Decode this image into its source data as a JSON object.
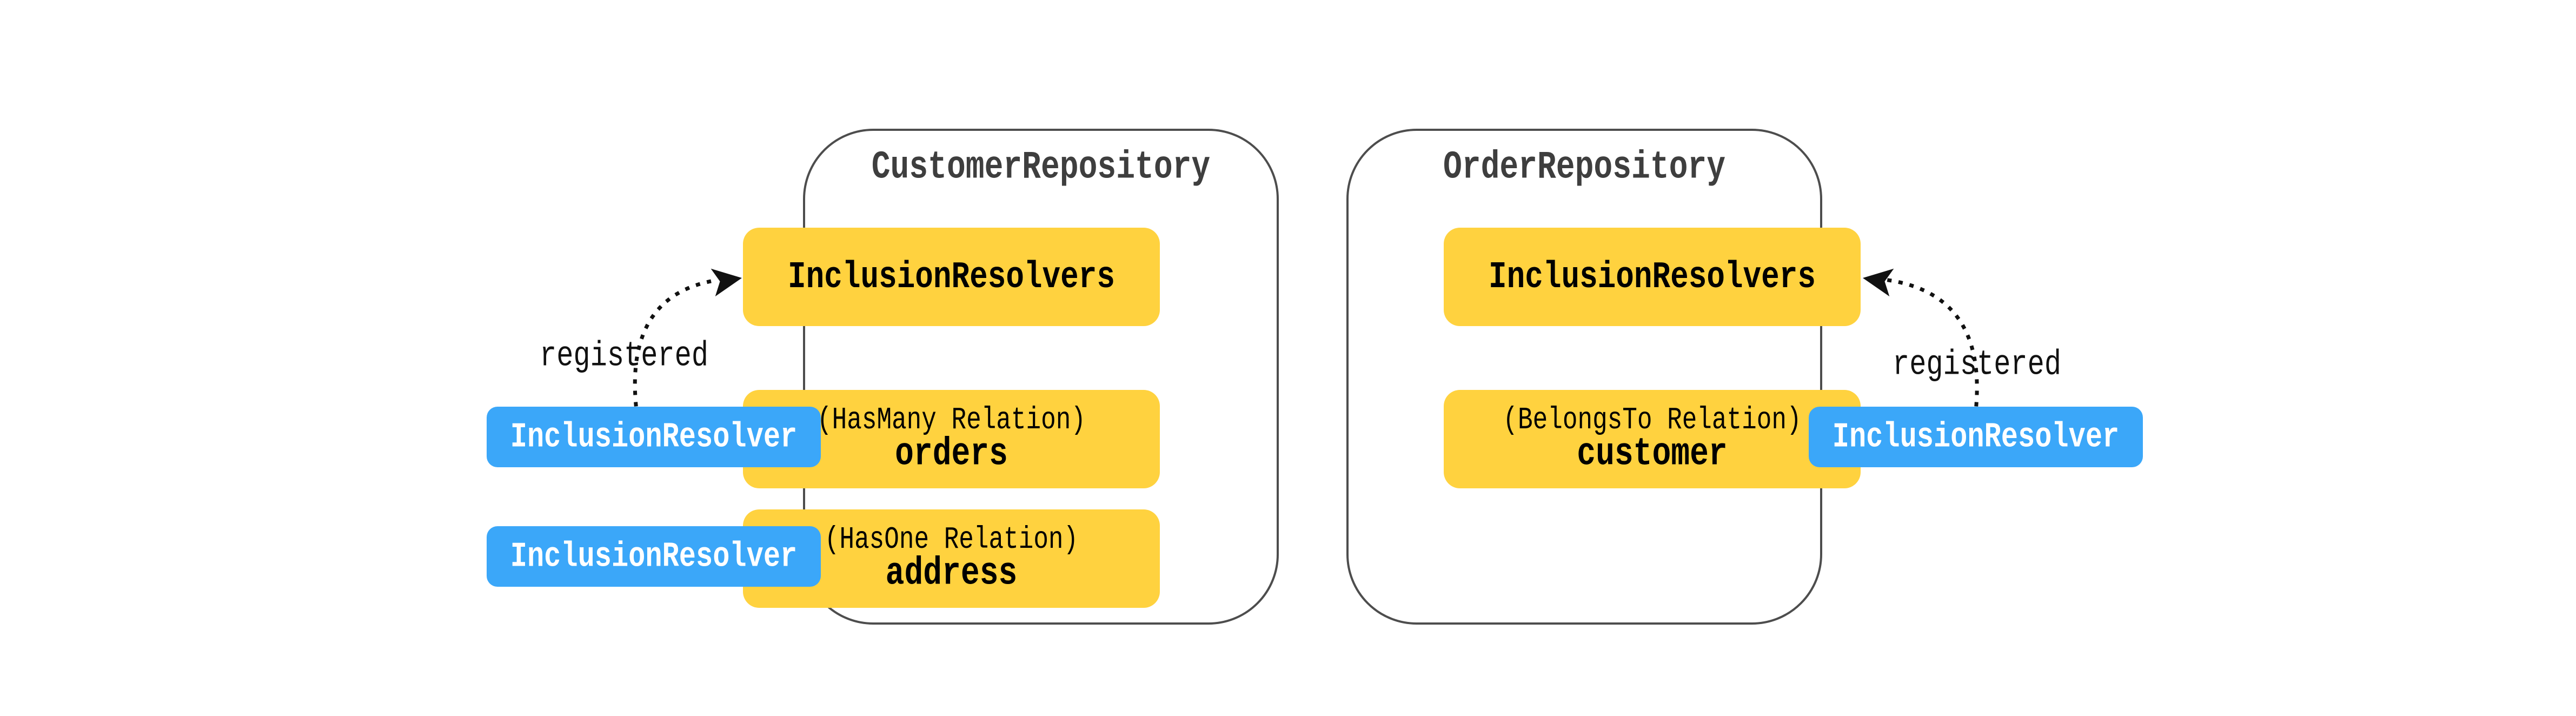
{
  "diagram": {
    "left_repository": {
      "title": "CustomerRepository",
      "resolvers_label": "InclusionResolvers",
      "relations": [
        {
          "kind": "(HasMany Relation)",
          "name": "orders"
        },
        {
          "kind": "(HasOne Relation)",
          "name": "address"
        }
      ]
    },
    "right_repository": {
      "title": "OrderRepository",
      "resolvers_label": "InclusionResolvers",
      "relations": [
        {
          "kind": "(BelongsTo Relation)",
          "name": "customer"
        }
      ]
    },
    "resolver_chips": [
      {
        "label": "InclusionResolver"
      },
      {
        "label": "InclusionResolver"
      },
      {
        "label": "InclusionResolver"
      }
    ],
    "edges": [
      {
        "label": "registered"
      },
      {
        "label": "registered"
      }
    ],
    "colors": {
      "yellow_box": "#ffd23f",
      "blue_chip": "#3ba7f9",
      "container_border": "#4d4d4d",
      "title_text": "#3e3e3e",
      "box_text": "#000000",
      "chip_text": "#ffffff",
      "edge_ink": "#111111",
      "background": "#ffffff"
    }
  }
}
